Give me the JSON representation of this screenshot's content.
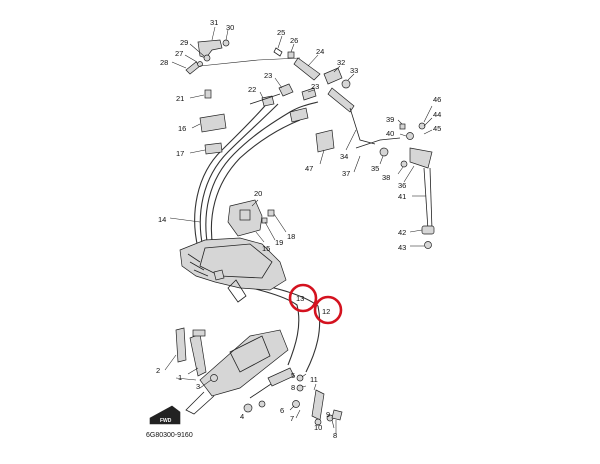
{
  "diagram_code": "6G80300-9160",
  "fwd_badge": "FWD",
  "highlighted_parts": [
    "13",
    "12"
  ],
  "callouts": {
    "n1": "1",
    "n2": "2",
    "n3": "3",
    "n4": "4",
    "n5": "5",
    "n6": "6",
    "n7": "7",
    "n8": "8",
    "n9": "9",
    "n10": "10",
    "n11": "11",
    "n12": "12",
    "n13": "13",
    "n14": "14",
    "n15": "15",
    "n16": "16",
    "n17": "17",
    "n18": "18",
    "n19": "19",
    "n20": "20",
    "n21": "21",
    "n22": "22",
    "n23a": "23",
    "n23b": "23",
    "n24": "24",
    "n25": "25",
    "n26": "26",
    "n27": "27",
    "n28": "28",
    "n29": "29",
    "n30": "30",
    "n31": "31",
    "n32": "32",
    "n33": "33",
    "n34": "34",
    "n35": "35",
    "n36": "36",
    "n37": "37",
    "n38": "38",
    "n39": "39",
    "n40": "40",
    "n41": "41",
    "n42": "42",
    "n43": "43",
    "n44": "44",
    "n45": "45",
    "n46": "46",
    "n47": "47"
  }
}
